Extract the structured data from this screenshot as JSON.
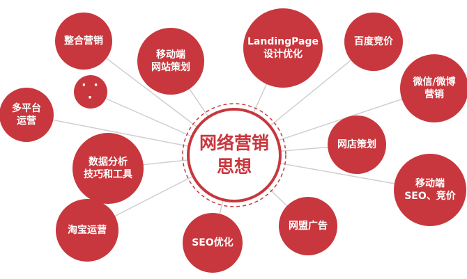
{
  "colors": {
    "node_fill": "#c8373d",
    "hub_ring": "#c8373d",
    "connector": "#cfcfcf",
    "hub_text": "#c8373d"
  },
  "hub": {
    "label": "网络营销\n思想"
  },
  "nodes": [
    {
      "id": "integrated-marketing",
      "label": "整合营销"
    },
    {
      "id": "mobile-site-planning",
      "label": "移动端\n网站策划"
    },
    {
      "id": "landing-page-design",
      "label": "LandingPage\n设计优化"
    },
    {
      "id": "baidu-bidding",
      "label": "百度竞价"
    },
    {
      "id": "wechat-weibo-marketing",
      "label": "微信/微博\n营销"
    },
    {
      "id": "more",
      "label": "· · ·"
    },
    {
      "id": "multi-platform-ops",
      "label": "多平台\n运营"
    },
    {
      "id": "online-store-planning",
      "label": "网店策划"
    },
    {
      "id": "data-analysis-skills",
      "label": "数据分析\n技巧和工具"
    },
    {
      "id": "mobile-seo-bidding",
      "label": "移动端\nSEO、竞价"
    },
    {
      "id": "taobao-ops",
      "label": "淘宝运营"
    },
    {
      "id": "seo-optimization",
      "label": "SEO优化"
    },
    {
      "id": "alliance-ads",
      "label": "网盟广告"
    }
  ]
}
